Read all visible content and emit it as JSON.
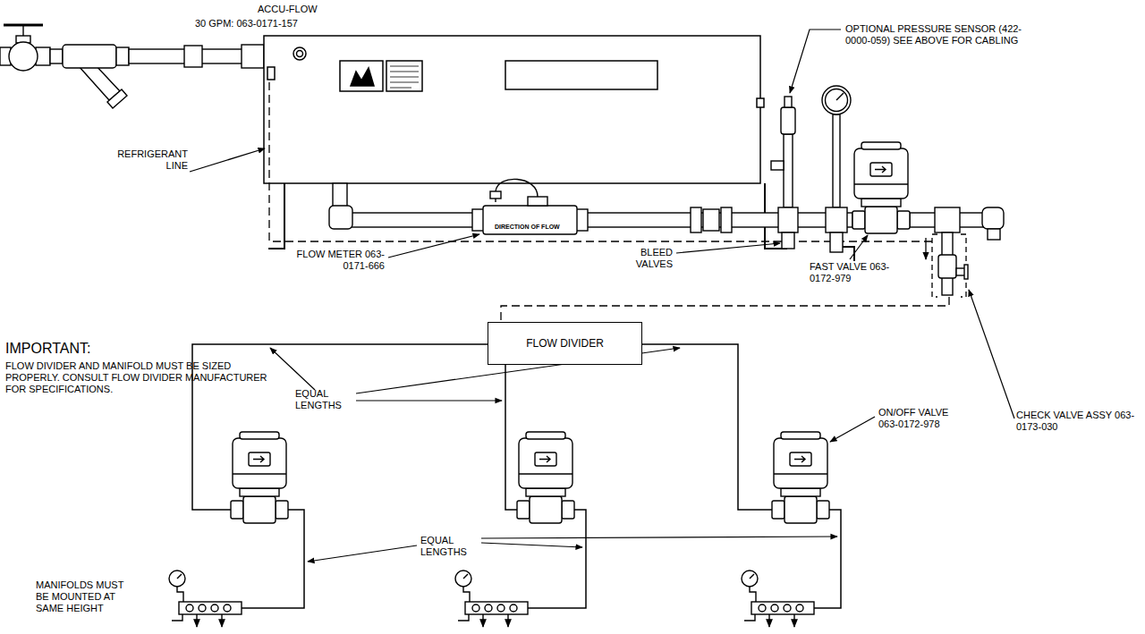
{
  "diagram": {
    "nodes": [
      {
        "text": [
          "FLOW DIVIDER"
        ]
      }
    ],
    "labels": [
      "ACCU-FLOW",
      "30 GPM: 063-0171-157",
      "OPTIONAL PRESSURE SENSOR (422-0000-059) SEE ABOVE FOR CABLING",
      "REFRIGERANT LINE",
      "FLOW METER 063-0171-666",
      "DIRECTION OF FLOW",
      "BLEED VALVES",
      "FAST VALVE 063-0172-979",
      "IMPORTANT:",
      "FLOW DIVIDER AND MANIFOLD MUST BE SIZED PROPERLY. CONSULT FLOW DIVIDER MANUFACTURER FOR SPECIFICATIONS.",
      "EQUAL LENGTHS",
      "ON/OFF VALVE 063-0172-978",
      "CHECK VALVE ASSY 063-0173-030",
      "EQUAL LENGTHS",
      "MANIFOLDS MUST BE MOUNTED AT SAME HEIGHT"
    ]
  }
}
